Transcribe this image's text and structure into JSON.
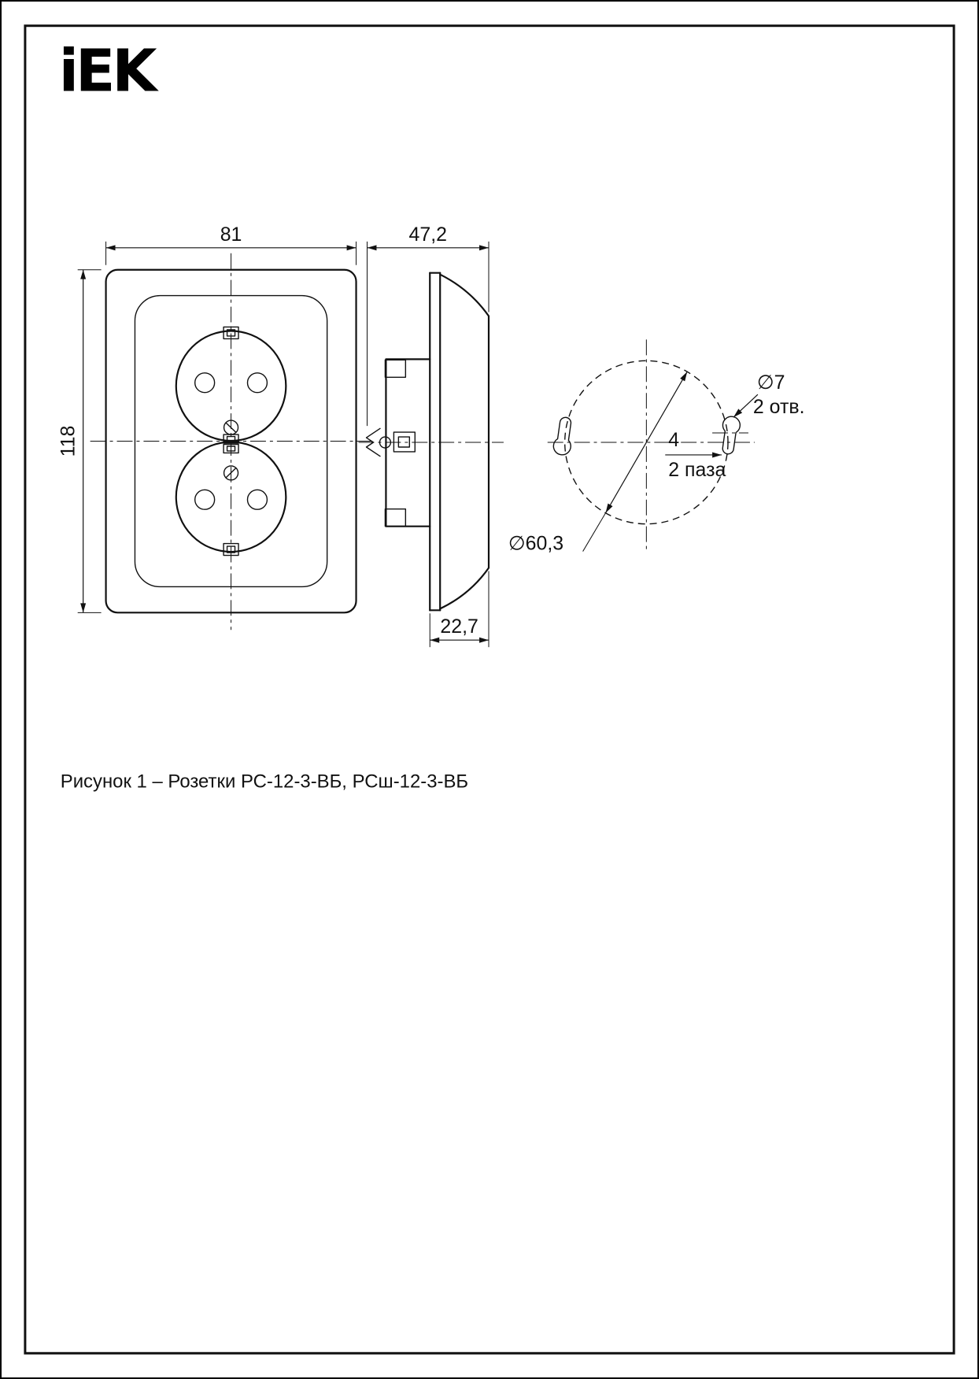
{
  "page": {
    "logo": "iEK",
    "caption": "Рисунок 1 – Розетки РС-12-3-ВБ, РСш-12-3-ВБ"
  },
  "front_view": {
    "width": "81",
    "height": "118"
  },
  "side_view": {
    "depth_total": "47,2",
    "depth_cover": "22,7"
  },
  "mounting_view": {
    "hole_diameter": "∅7",
    "holes_note": "2 отв.",
    "slot_width": "4",
    "slots_note": "2 паза",
    "bolt_circle_diameter": "∅60,3"
  },
  "colors": {
    "ink": "#111111",
    "paper": "#ffffff"
  }
}
